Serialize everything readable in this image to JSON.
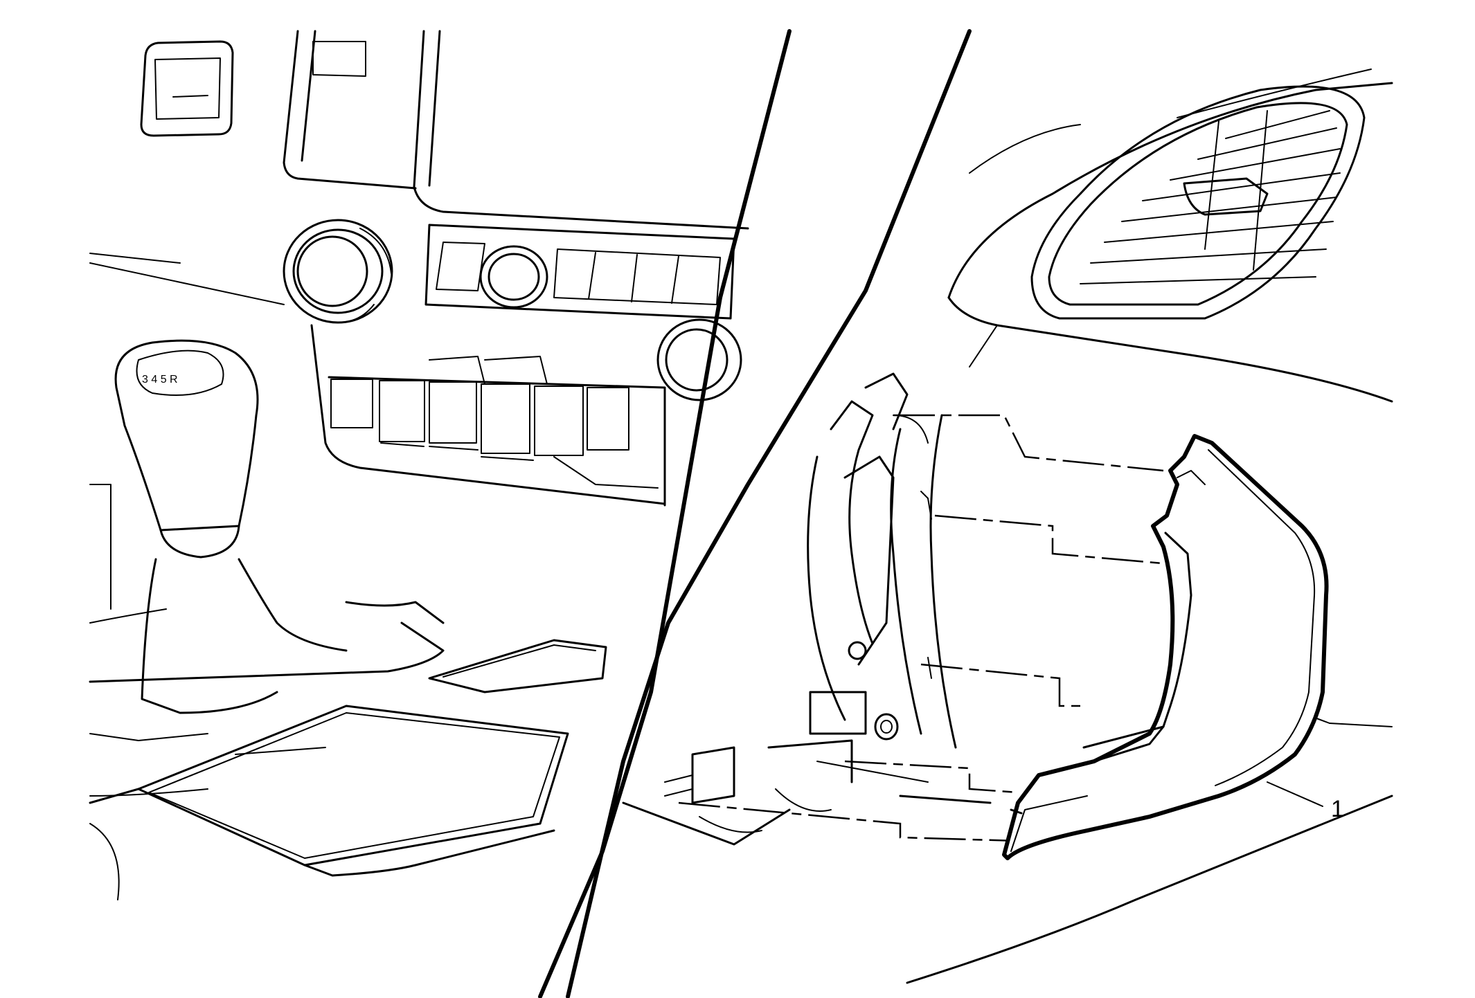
{
  "diagram": {
    "callouts": [
      {
        "id": "1",
        "label": "1",
        "part": "trim-panel"
      }
    ],
    "shifter_label": "3 4 5 R"
  }
}
